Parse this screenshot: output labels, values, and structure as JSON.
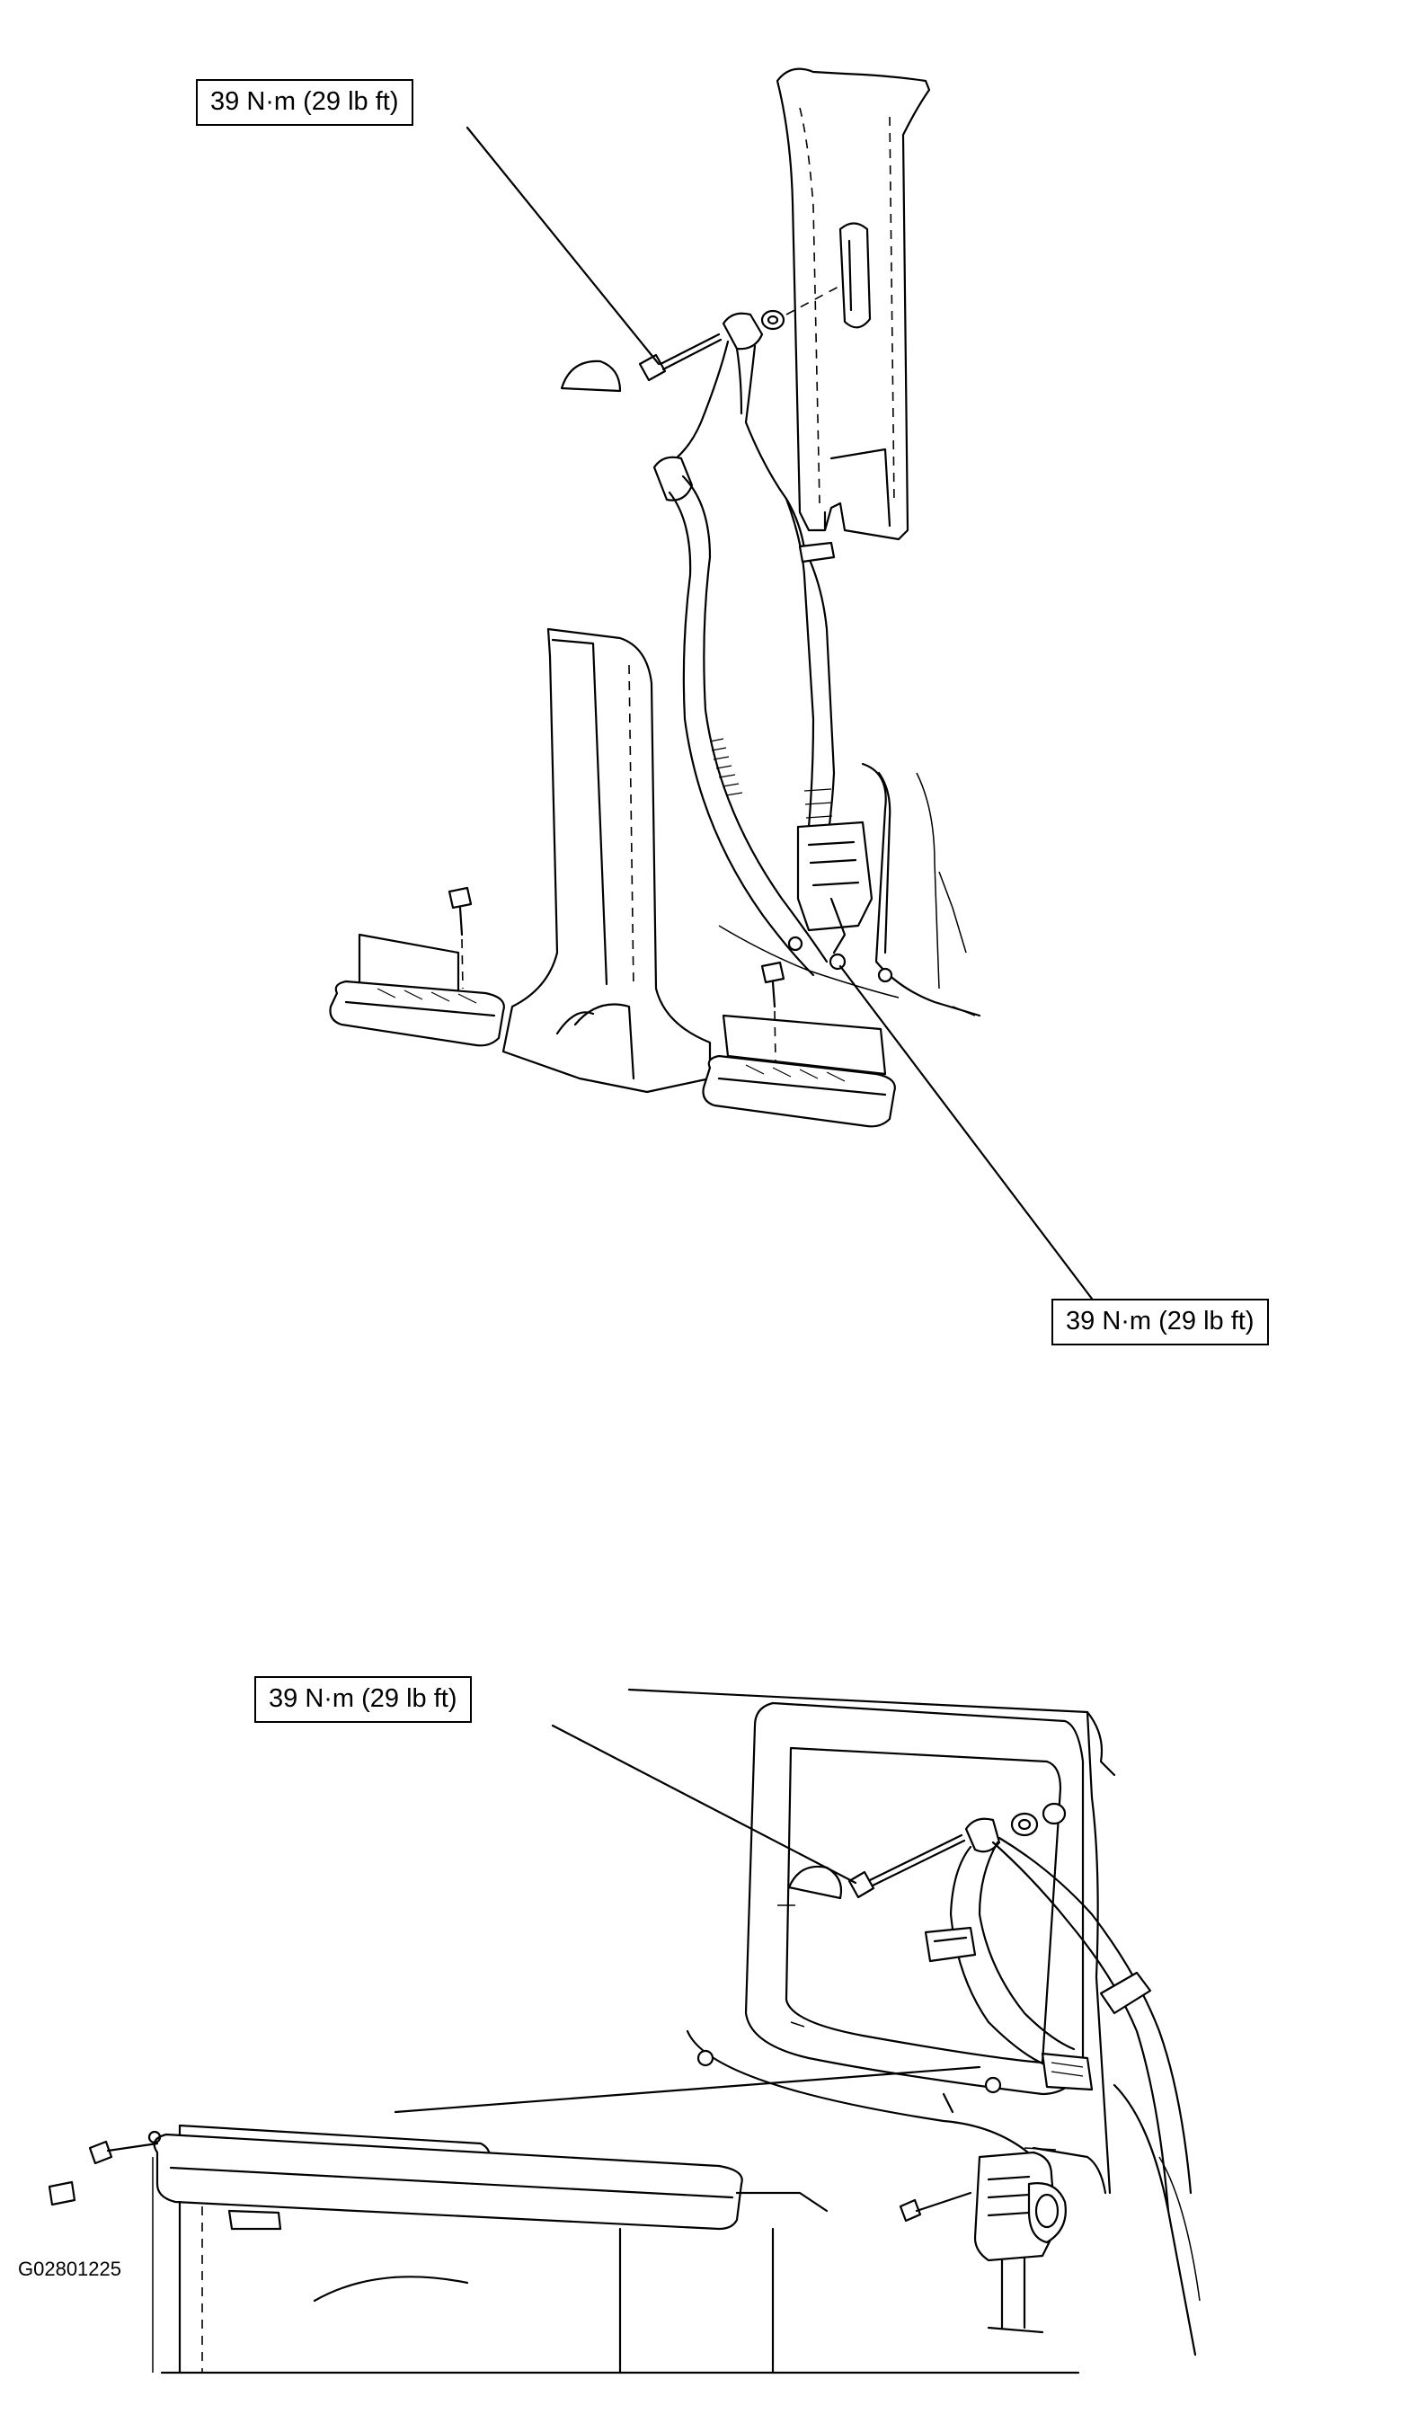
{
  "callouts": [
    {
      "id": "upper-top",
      "text": "39 N·m (29 lb ft)"
    },
    {
      "id": "upper-bottom",
      "text": "39 N·m (29 lb ft)"
    },
    {
      "id": "lower",
      "text": "39 N·m (29 lb ft)"
    }
  ],
  "reference_code": "G02801225"
}
